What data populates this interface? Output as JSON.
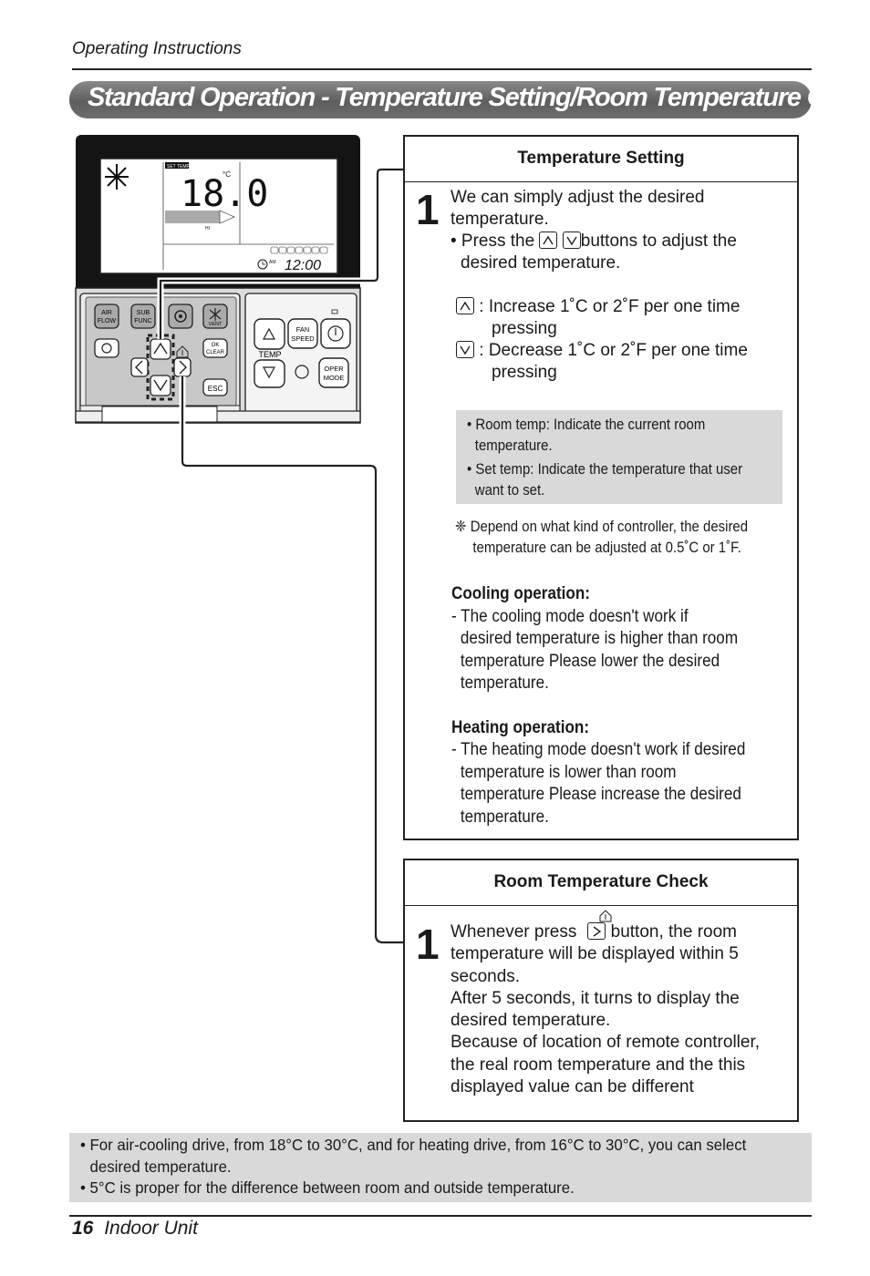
{
  "header": {
    "section": "Operating Instructions"
  },
  "title": "Standard Operation - Temperature Setting/Room Temperature Check",
  "remote": {
    "display": {
      "set_temp_label": "SET TEMP",
      "temp_value": "18.0",
      "unit": "°C",
      "clock_ampm": "AM",
      "clock_time": "12:00",
      "fan_label": "HI"
    },
    "buttons": {
      "air_flow": [
        "AIR",
        "FLOW"
      ],
      "sub_func": [
        "SUB",
        "FUNC"
      ],
      "vent": "VENT",
      "ok_clear": [
        "OK",
        "CLEAR"
      ],
      "esc": "ESC",
      "fan_speed": [
        "FAN",
        "SPEED"
      ],
      "temp": "TEMP",
      "oper_mode": [
        "OPER",
        "MODE"
      ]
    }
  },
  "temperature_setting": {
    "heading": "Temperature Setting",
    "step": "1",
    "lines": {
      "l1": "We can simply adjust the desired",
      "l2": "temperature.",
      "l3a": "• Press the",
      "l3b": "buttons to adjust the",
      "l4": "desired temperature.",
      "inc1": ": Increase 1˚C or 2˚F per one time",
      "inc2": "pressing",
      "dec1": ": Decrease 1˚C or 2˚F per one time",
      "dec2": "pressing"
    },
    "info": {
      "room1": "• Room temp: Indicate the current room",
      "room2": "temperature.",
      "set1": "• Set temp: Indicate the temperature that user",
      "set2": "want to set."
    },
    "note1": "❈ Depend on what kind of controller, the desired",
    "note2": "temperature can be adjusted at 0.5˚C or 1˚F.",
    "cooling_head": "Cooling operation:",
    "cooling": [
      "- The cooling mode doesn't work if",
      "desired temperature is higher than room",
      "temperature Please lower the desired",
      "temperature."
    ],
    "heating_head": "Heating operation:",
    "heating": [
      "- The heating mode doesn't work if desired",
      "temperature is lower than room",
      "temperature Please increase the desired",
      "temperature."
    ]
  },
  "room_check": {
    "heading": "Room Temperature Check",
    "step": "1",
    "l1a": "Whenever press",
    "l1b": "button, the room",
    "rest": [
      "temperature will be displayed within 5",
      "seconds.",
      "After 5 seconds, it turns to display the",
      "desired temperature.",
      "Because of location of remote controller,",
      "the real room temperature and the this",
      "displayed value can be different"
    ]
  },
  "footnotes": {
    "n1a": "• For air-cooling drive, from 18°C to 30°C, and for heating drive, from 16°C to 30°C, you can select",
    "n1b": "desired temperature.",
    "n2": "• 5°C is proper for the difference between room and outside temperature."
  },
  "footer": {
    "page": "16",
    "label": "Indoor Unit"
  }
}
